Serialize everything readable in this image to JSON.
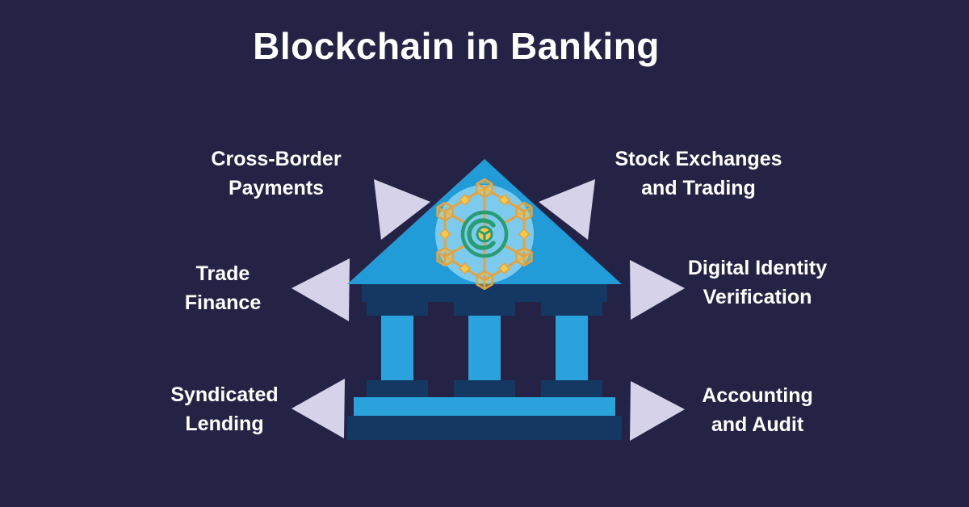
{
  "title": "Blockchain in Banking",
  "diagram": {
    "center_icon": "bank-building-with-blockchain-emblem",
    "items": [
      {
        "id": "cross-border-payments",
        "position": "top-left",
        "lines": [
          "Cross-Border",
          "Payments"
        ]
      },
      {
        "id": "stock-exchanges-and-trading",
        "position": "top-right",
        "lines": [
          "Stock Exchanges",
          "and Trading"
        ]
      },
      {
        "id": "trade-finance",
        "position": "middle-left",
        "lines": [
          "Trade",
          "Finance"
        ]
      },
      {
        "id": "digital-identity-verification",
        "position": "middle-right",
        "lines": [
          "Digital Identity",
          "Verification"
        ]
      },
      {
        "id": "syndicated-lending",
        "position": "bottom-left",
        "lines": [
          "Syndicated",
          "Lending"
        ]
      },
      {
        "id": "accounting-and-audit",
        "position": "bottom-right",
        "lines": [
          "Accounting",
          "and Audit"
        ]
      }
    ]
  },
  "colors": {
    "background": "#252345",
    "title_text": "#FFFFFF",
    "label_text": "#FFFFFF",
    "roof_blue": "#229CD8",
    "column_blue": "#2AA2DB",
    "dark_blue": "#14386200",
    "dark_blue_solid": "#143862",
    "arrow_lavender": "#D5D2EA",
    "icon_halo_blue": "#7CCBEF",
    "icon_gold": "#E8A23C",
    "icon_yellow": "#F4C94C",
    "coin_green": "#2A9C73"
  }
}
